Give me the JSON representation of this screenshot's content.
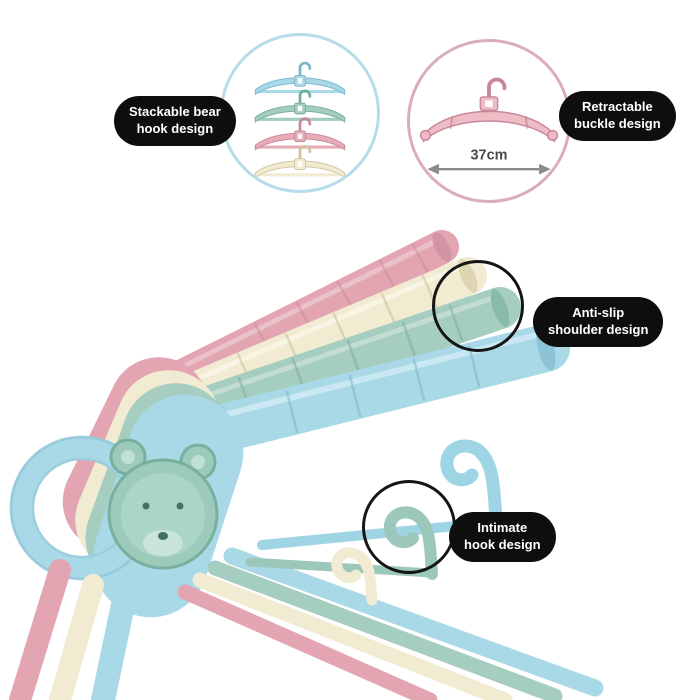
{
  "palette": {
    "background": "#ffffff",
    "pink": "#e2a5b1",
    "cream": "#f1ebd2",
    "green": "#a5cdc0",
    "blue": "#a9d8e7",
    "badge": "#0e0e0e",
    "badge_text": "#ffffff",
    "inset_blue_border": "#b6dcea",
    "inset_pink_border": "#dbadb7",
    "annotation_ring": "#151515"
  },
  "callouts": [
    {
      "id": "stackable-bear-hook",
      "lines": [
        "Stackable bear",
        "hook design"
      ]
    },
    {
      "id": "retractable-buckle",
      "lines": [
        "Retractable",
        "buckle design"
      ]
    },
    {
      "id": "anti-slip-shoulder",
      "lines": [
        "Anti-slip",
        "shoulder design"
      ]
    },
    {
      "id": "intimate-hook",
      "lines": [
        "Intimate",
        "hook design"
      ]
    }
  ],
  "insets": [
    {
      "id": "stackable-hangers",
      "icon": "stacked-hangers-icon",
      "hanger_colors": [
        "blue",
        "green",
        "pink",
        "cream"
      ]
    },
    {
      "id": "hanger-width",
      "icon": "hanger-measure-icon",
      "measurement": "37cm"
    }
  ]
}
